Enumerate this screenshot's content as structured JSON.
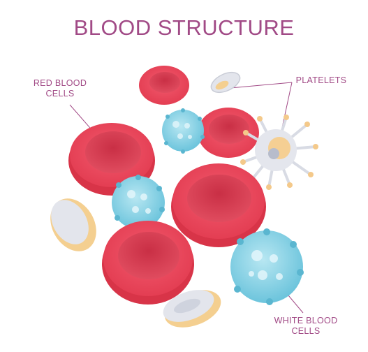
{
  "title": "BLOOD STRUCTURE",
  "labels": {
    "red_blood_cells": "RED BLOOD\nCELLS",
    "platelets": "PLATELETS",
    "white_blood_cells": "WHITE BLOOD\nCELLS"
  },
  "colors": {
    "title": "#a14a86",
    "red_cell": "#e8485a",
    "white_cell": "#8fd6e8",
    "platelet": "#dadde6",
    "platelet_accent": "#f4c98a"
  }
}
